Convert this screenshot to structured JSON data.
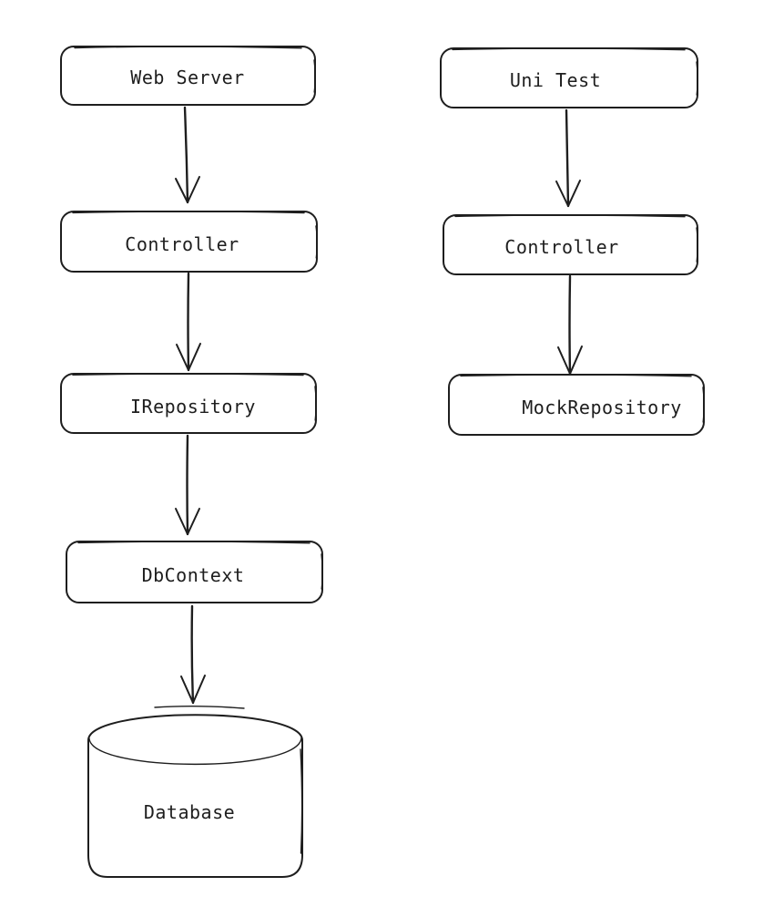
{
  "diagram": {
    "nodes": {
      "web_server": "Web Server",
      "controller_left": "Controller",
      "irepository": "IRepository",
      "dbcontext": "DbContext",
      "database": "Database",
      "uni_test": "Uni Test",
      "controller_right": "Controller",
      "mock_repository": "MockRepository"
    },
    "edges": [
      {
        "from": "web_server",
        "to": "controller_left"
      },
      {
        "from": "controller_left",
        "to": "irepository"
      },
      {
        "from": "irepository",
        "to": "dbcontext"
      },
      {
        "from": "dbcontext",
        "to": "database"
      },
      {
        "from": "uni_test",
        "to": "controller_right"
      },
      {
        "from": "controller_right",
        "to": "mock_repository"
      }
    ],
    "colors": {
      "stroke": "#1e1e1e",
      "fill": "#ffffff"
    }
  }
}
